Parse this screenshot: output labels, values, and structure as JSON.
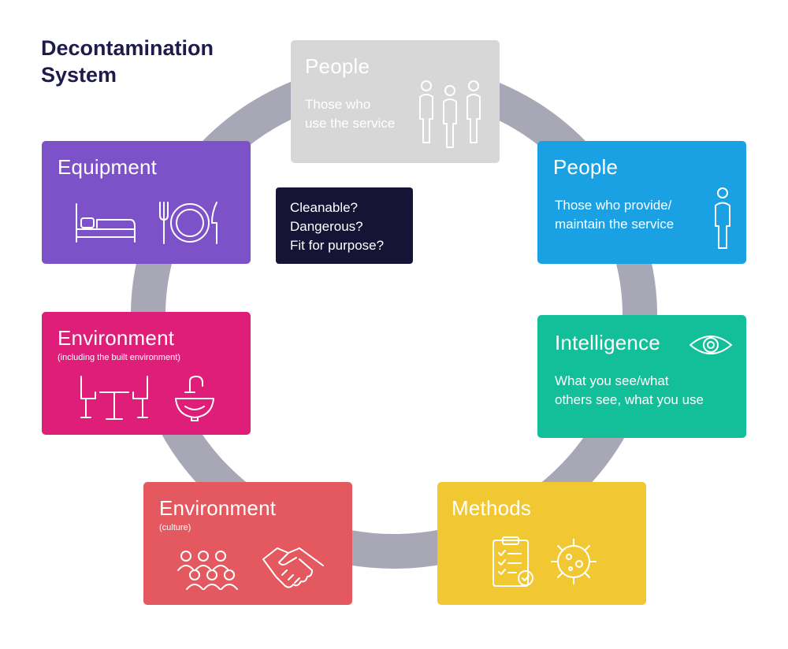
{
  "title": "Decontamination\nSystem",
  "colors": {
    "ring": "#a8a7b6",
    "people_users": "#d7d7d7",
    "people_providers": "#1aa1e3",
    "intelligence": "#13bf98",
    "methods": "#f2c832",
    "environment_culture": "#e4585f",
    "environment_built": "#df1e79",
    "equipment": "#7d52c8",
    "question_box": "#151437"
  },
  "callout": {
    "text": "Cleanable?\nDangerous?\nFit for purpose?"
  },
  "cards": {
    "people_users": {
      "heading": "People",
      "text": "Those who\nuse the service",
      "icon": "three-people-icon"
    },
    "people_providers": {
      "heading": "People",
      "text": "Those who provide/\nmaintain the service",
      "icon": "person-icon"
    },
    "intelligence": {
      "heading": "Intelligence",
      "text": "What you see/what\nothers see, what you use",
      "icon": "eye-icon"
    },
    "methods": {
      "heading": "Methods",
      "icons": [
        "clipboard-checklist-icon",
        "germ-icon"
      ]
    },
    "environment_culture": {
      "heading": "Environment",
      "note": "(culture)",
      "icons": [
        "group-icon",
        "handshake-icon"
      ]
    },
    "environment_built": {
      "heading": "Environment",
      "note": "(including the built environment)",
      "icons": [
        "table-chairs-icon",
        "sink-icon"
      ]
    },
    "equipment": {
      "heading": "Equipment",
      "icons": [
        "bed-icon",
        "plate-cutlery-icon"
      ]
    }
  }
}
